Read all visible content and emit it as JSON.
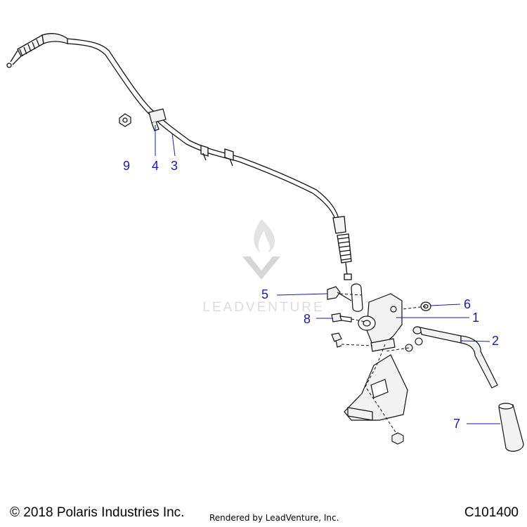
{
  "callouts": {
    "c1": "1",
    "c2": "2",
    "c3": "3",
    "c4": "4",
    "c5": "5",
    "c6": "6",
    "c7": "7",
    "c8": "8",
    "c9": "9"
  },
  "watermark": "LEADVENTURE",
  "footer": {
    "copyright": "© 2018 Polaris Industries Inc.",
    "rendered_by": "Rendered by LeadVenture, Inc.",
    "code": "C101400"
  },
  "colors": {
    "callout": "#1a1aa6",
    "line_art": "#111111",
    "part_fill": "#f2f2f2",
    "watermark": "#d9d9d9"
  }
}
